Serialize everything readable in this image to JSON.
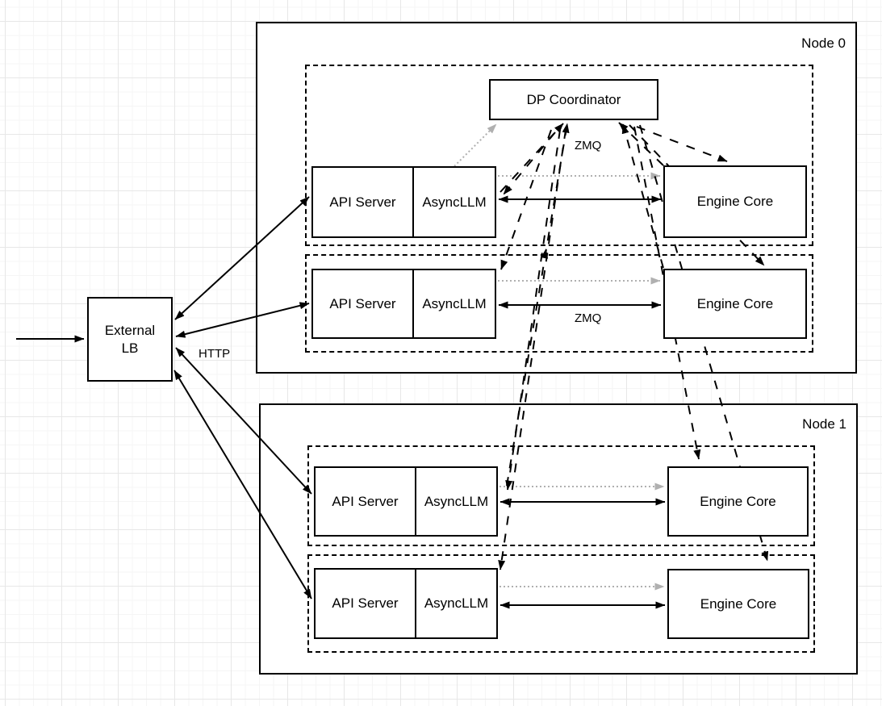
{
  "diagram": {
    "nodes": [
      {
        "label": "Node 0",
        "rows": [
          {
            "api_server": "API Server",
            "asyncllm": "AsyncLLM",
            "engine_core": "Engine Core"
          },
          {
            "api_server": "API Server",
            "asyncllm": "AsyncLLM",
            "engine_core": "Engine Core"
          }
        ]
      },
      {
        "label": "Node 1",
        "rows": [
          {
            "api_server": "API Server",
            "asyncllm": "AsyncLLM",
            "engine_core": "Engine Core"
          },
          {
            "api_server": "API Server",
            "asyncllm": "AsyncLLM",
            "engine_core": "Engine Core"
          }
        ]
      }
    ],
    "components": {
      "dp_coordinator": "DP Coordinator",
      "external_lb": {
        "line1": "External",
        "line2": "LB"
      }
    },
    "edge_labels": {
      "zmq_coordinator": "ZMQ",
      "zmq_engine": "ZMQ",
      "http": "HTTP"
    },
    "colors": {
      "line": "#000000",
      "dotted_line": "#b0b0b0",
      "box_border": "#000000",
      "grid_major": "#e7e7e7",
      "grid_minor": "#f5f5f5"
    }
  }
}
